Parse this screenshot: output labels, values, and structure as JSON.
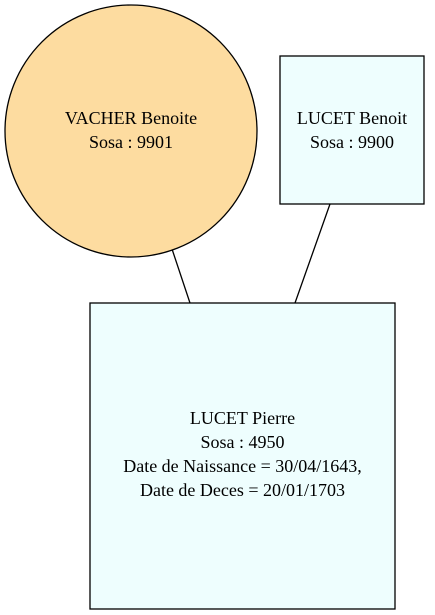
{
  "colors": {
    "background": "#ffffff",
    "female_fill": "#fddca0",
    "male_fill": "#eefefe",
    "stroke": "#000000"
  },
  "nodes": {
    "mother": {
      "name": "VACHER Benoite",
      "sosa": "Sosa : 9901",
      "shape": "circle"
    },
    "father": {
      "name": "LUCET Benoit",
      "sosa": "Sosa : 9900",
      "shape": "box"
    },
    "child": {
      "name": "LUCET Pierre",
      "sosa": "Sosa : 4950",
      "birth": "Date de Naissance = 30/04/1643,",
      "death": "Date de Deces = 20/01/1703",
      "shape": "box"
    }
  },
  "edges": [
    {
      "from": "mother",
      "to": "child"
    },
    {
      "from": "father",
      "to": "child"
    }
  ]
}
